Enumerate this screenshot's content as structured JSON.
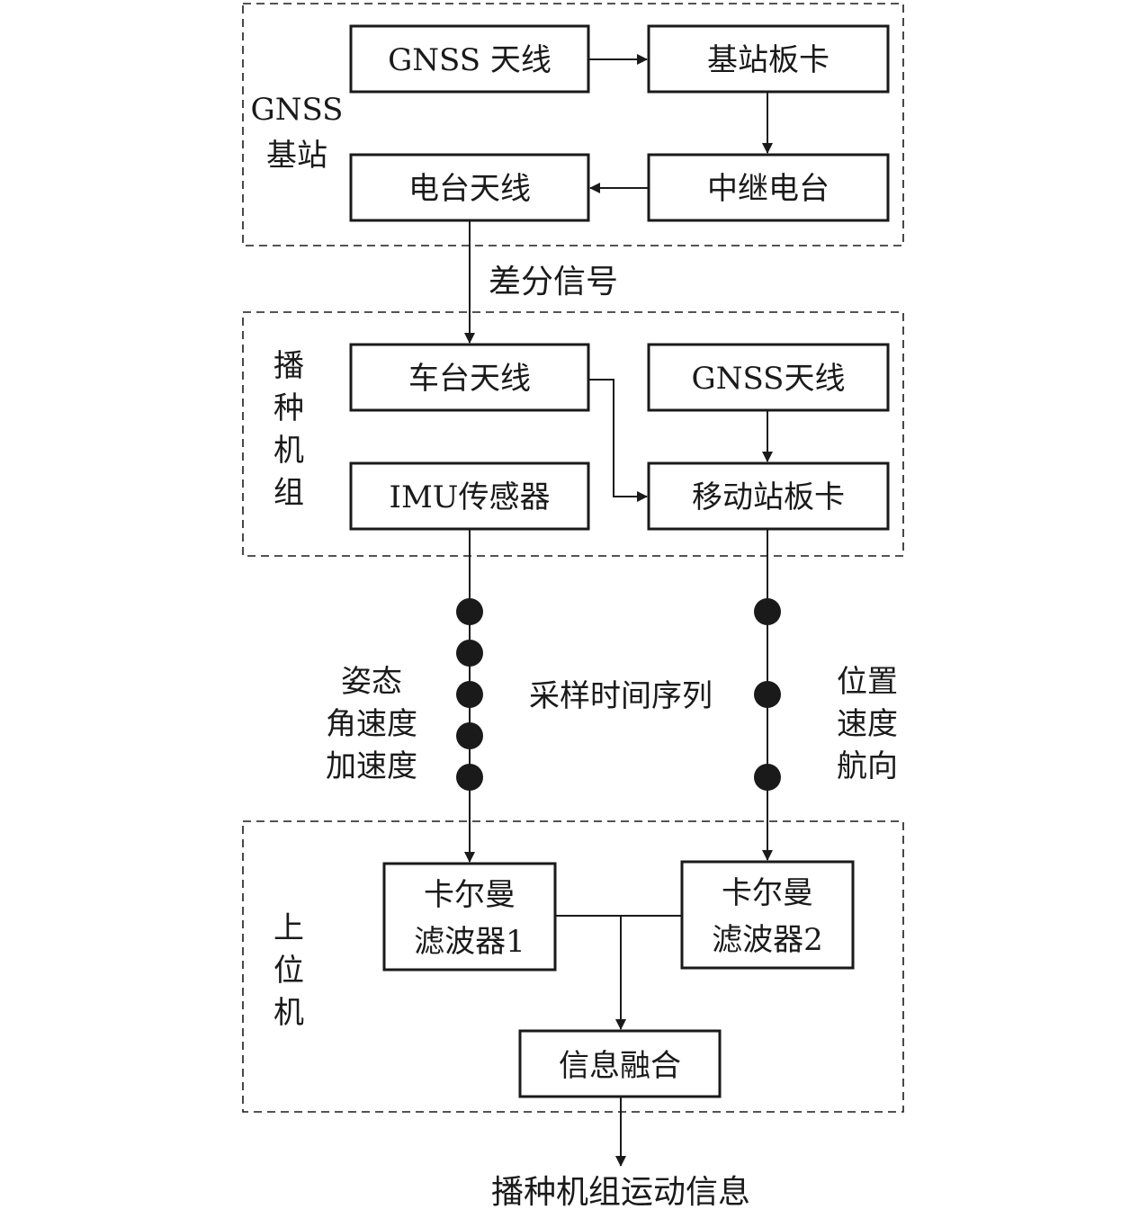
{
  "groups": {
    "base_station": "GNSS 基站",
    "seeder_unit": "播种机组",
    "host_computer": "上位机"
  },
  "boxes": {
    "gnss_antenna_base": "GNSS 天线",
    "base_board": "基站板卡",
    "radio_antenna": "电台天线",
    "relay_radio": "中继电台",
    "vehicle_radio_antenna": "车台天线",
    "gnss_antenna_rover": "GNSS天线",
    "imu_sensor": "IMU传感器",
    "rover_board": "移动站板卡",
    "kalman_filter_1": [
      "卡尔曼",
      "滤波器1"
    ],
    "kalman_filter_2": [
      "卡尔曼",
      "滤波器2"
    ],
    "info_fusion": "信息融合"
  },
  "labels": {
    "differential_signal": "差分信号",
    "sampling_time_series": "采样时间序列",
    "imu_outputs": [
      "姿态",
      "角速度",
      "加速度"
    ],
    "gnss_outputs": [
      "位置",
      "速度",
      "航向"
    ],
    "final_output": "播种机组运动信息"
  }
}
